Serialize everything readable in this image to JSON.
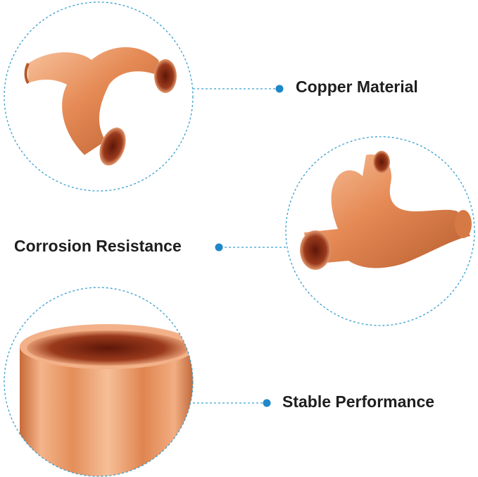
{
  "features": [
    {
      "label": "Copper Material"
    },
    {
      "label": "Corrosion Resistance"
    },
    {
      "label": "Stable Performance"
    }
  ],
  "colors": {
    "accent_dot": "#1e88c8",
    "dashed_line": "#3aa0d0",
    "copper_light": "#f6b78c",
    "copper_mid": "#e08652",
    "copper_dark": "#b45a2c",
    "copper_inner": "#8a2a14",
    "text": "#1e1e1e"
  },
  "icons": [
    "copper-y-fitting-image",
    "copper-y-branch-image",
    "copper-end-cap-image"
  ]
}
